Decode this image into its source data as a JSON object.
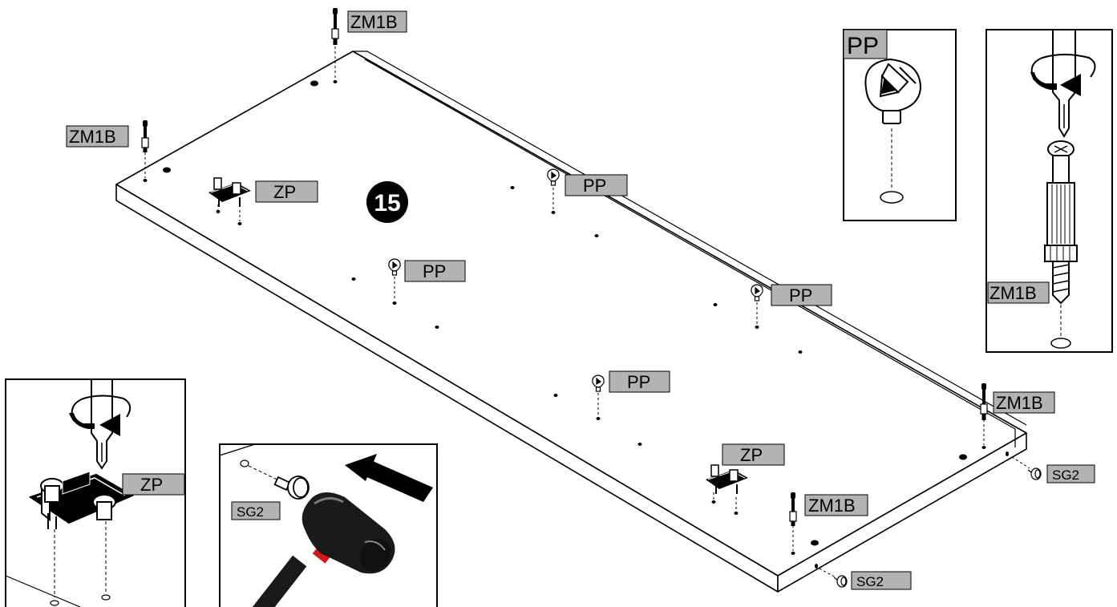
{
  "step": {
    "number": "15"
  },
  "labels": {
    "zm1b_top": "ZM1B",
    "zm1b_left": "ZM1B",
    "zp_left": "ZP",
    "pp_1": "PP",
    "pp_2": "PP",
    "pp_3": "PP",
    "pp_4": "PP",
    "zm1b_right": "ZM1B",
    "zp_bottom": "ZP",
    "zm1b_bottom": "ZM1B",
    "sg2_right": "SG2",
    "sg2_bottom": "SG2"
  },
  "inset_pp": {
    "label": "PP"
  },
  "inset_zm1b": {
    "label": "ZM1B"
  },
  "inset_zp": {
    "label": "ZP"
  },
  "inset_sg2": {
    "label": "SG2"
  },
  "colors": {
    "label_fill": "#b3b3b3",
    "line": "#000000",
    "panel_fill": "#ffffff",
    "hammer_body": "#1a1a1a",
    "hammer_band": "#d11a1a"
  },
  "icons": {
    "screwdriver": "screwdriver-icon",
    "rotate_arrow": "rotate-arrow-icon",
    "push_arrow": "push-arrow-icon",
    "mallet": "rubber-mallet-icon"
  }
}
